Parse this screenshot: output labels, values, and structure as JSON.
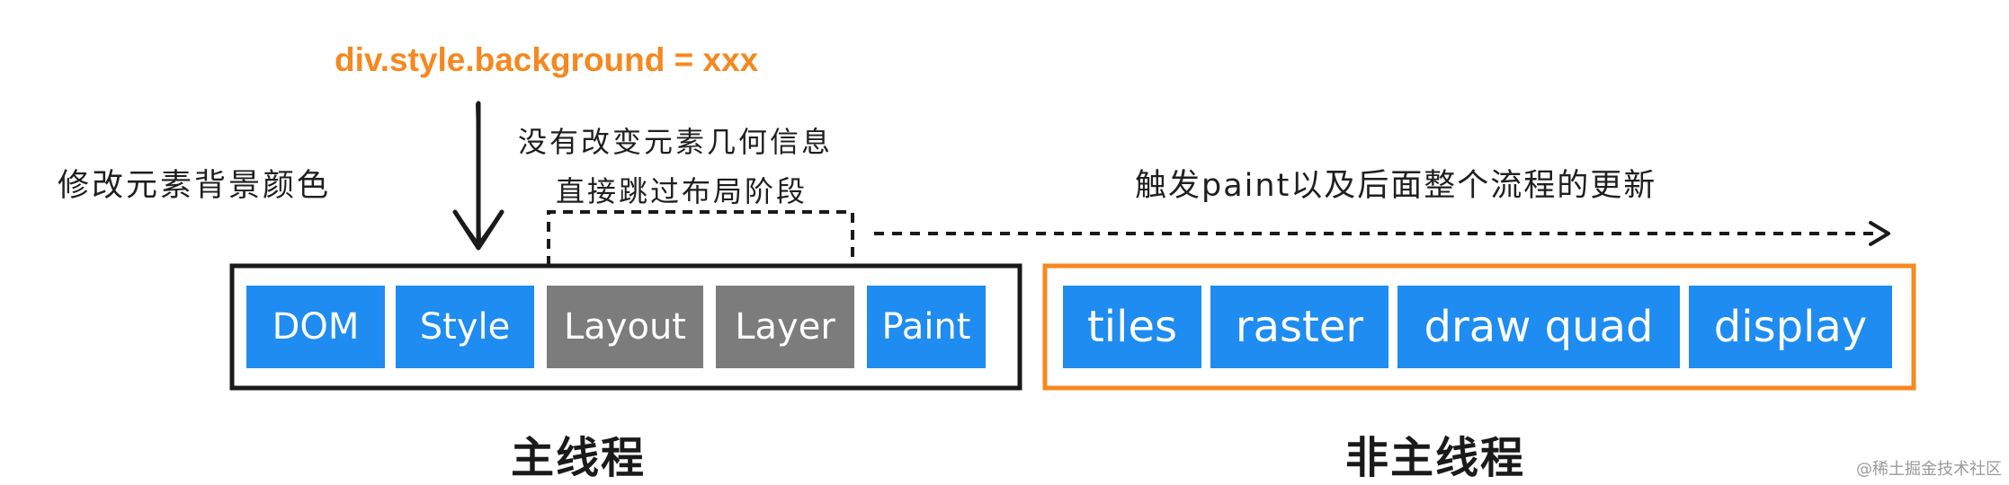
{
  "code_label": "div.style.background = xxx",
  "notes": {
    "change_background": "修改元素背景颜色",
    "no_geometry_change": "没有改变元素几何信息",
    "skip_layout": "直接跳过布局阶段",
    "trigger_paint": "触发paint以及后面整个流程的更新"
  },
  "main_thread": {
    "label": "主线程",
    "stages": [
      {
        "label": "DOM",
        "skipped": false
      },
      {
        "label": "Style",
        "skipped": false
      },
      {
        "label": "Layout",
        "skipped": true
      },
      {
        "label": "Layer",
        "skipped": true
      },
      {
        "label": "Paint",
        "skipped": false
      }
    ]
  },
  "non_main_thread": {
    "label": "非主线程",
    "stages": [
      {
        "label": "tiles"
      },
      {
        "label": "raster"
      },
      {
        "label": "draw quad"
      },
      {
        "label": "display"
      }
    ]
  },
  "colors": {
    "active_stage": "#1e8cf0",
    "skipped_stage": "#7c7c7c",
    "code_highlight": "#f5881f",
    "non_main_frame": "#f5881f",
    "main_frame": "#1a1a1a"
  },
  "watermark": "@稀土掘金技术社区"
}
